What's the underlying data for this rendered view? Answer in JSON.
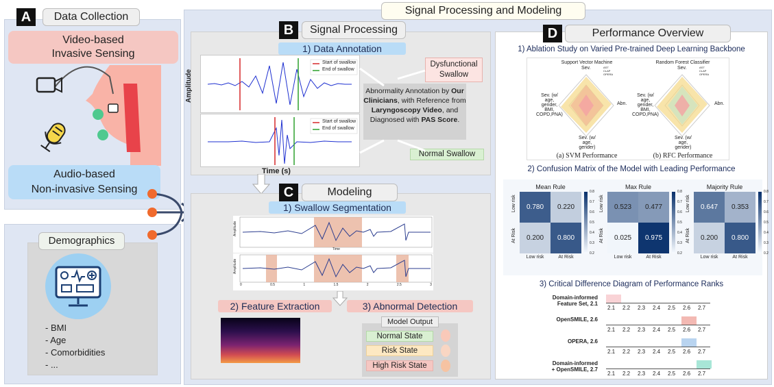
{
  "panel_a": {
    "letter": "A",
    "title": "Data Collection",
    "video_label": "Video-based\nInvasive Sensing",
    "audio_label": "Audio-based\nNon-invasive Sensing",
    "demographics_title": "Demographics",
    "demographics_items": [
      "-  BMI",
      "-  Age",
      "-  Comorbidities",
      "-  ..."
    ]
  },
  "main_title": "Signal Processing and Modeling",
  "panel_b": {
    "letter": "B",
    "title": "Signal Processing",
    "step1": "1) Data Annotation",
    "amplitude": "Amplitude",
    "time": "Time (s)",
    "legend_start": "Start of swallow",
    "legend_end": "End of swallow",
    "annotation_parts": [
      "Abnormality Annotation by ",
      "Our Clinicians",
      ", with Reference from ",
      "Laryngoscopy Video",
      ", and Diagnosed with ",
      "PAS Score",
      "."
    ],
    "dysfunctional": "Dysfunctional\nSwallow",
    "normal": "Normal Swallow"
  },
  "panel_c": {
    "letter": "C",
    "title": "Modeling",
    "step1": "1) Swallow Segmentation",
    "step2": "2) Feature Extraction",
    "step3": "3) Abnormal Detection",
    "model_output": "Model Output",
    "states": [
      "Normal State",
      "Risk State",
      "High Risk State"
    ],
    "seg_ylabel": "Amplitude",
    "seg_xlabel": "Time",
    "seg_ticks": [
      "0",
      "0.5",
      "1",
      "1.5",
      "2",
      "2.5",
      "3"
    ]
  },
  "panel_d": {
    "letter": "D",
    "title": "Performance Overview",
    "sub1": "1) Ablation Study on Varied Pre-trained Deep Learning Backbone",
    "sub2": "2) Confusion Matrix of the Model with Leading Performance",
    "sub3": "3) Critical Difference Diagram of Performance Ranks",
    "radar": [
      {
        "title": "Support Vector Machine",
        "caption": "(a) SVM Performance"
      },
      {
        "title": "Random Forest Classifier",
        "caption": "(b) RFC Performance"
      }
    ],
    "radar_axes": {
      "top": "Sev.",
      "right": "Abn.",
      "bottom": "Sev. (w/\nage,\ngender)",
      "left": "Sev. (w/\nage,\ngender,\nBMI,\nCOPD,PNA)"
    },
    "radar_legend": [
      "AST",
      "CLAP",
      "OPERA"
    ],
    "cm": [
      {
        "title": "Mean Rule",
        "values": [
          "0.780",
          "0.220",
          "0.200",
          "0.800"
        ]
      },
      {
        "title": "Max Rule",
        "values": [
          "0.523",
          "0.477",
          "0.025",
          "0.975"
        ]
      },
      {
        "title": "Majority Rule",
        "values": [
          "0.647",
          "0.353",
          "0.200",
          "0.800"
        ]
      }
    ],
    "cm_row_labels": [
      "Low risk",
      "At Risk"
    ],
    "cm_col_labels": [
      "Low risk",
      "At Risk"
    ],
    "cm_scale_ticks": [
      "0.8",
      "0.7",
      "0.6",
      "0.5",
      "0.4",
      "0.3",
      "0.2"
    ],
    "cd_rows": [
      {
        "label": "Domain-informed\nFeature Set, 2.1"
      },
      {
        "label": "OpenSMILE, 2.6"
      },
      {
        "label": "OPERA, 2.6"
      },
      {
        "label": "Domain-informed\n+ OpenSMILE, 2.7"
      }
    ],
    "cd_ticks": [
      "2.1",
      "2.2",
      "2.3",
      "2.4",
      "2.5",
      "2.6",
      "2.7"
    ]
  },
  "colors": {
    "panel_blue": "#dfe6f3",
    "pink": "#f5c7c2",
    "blue_label": "#b9dcf7",
    "navy": "#0c2d6b",
    "signal": "#1d2fd0"
  },
  "chart_data": [
    {
      "type": "heatmap",
      "title": "Mean Rule",
      "rows": [
        "Low risk",
        "At Risk"
      ],
      "cols": [
        "Low risk",
        "At Risk"
      ],
      "values": [
        [
          0.78,
          0.22
        ],
        [
          0.2,
          0.8
        ]
      ]
    },
    {
      "type": "heatmap",
      "title": "Max Rule",
      "rows": [
        "Low risk",
        "At Risk"
      ],
      "cols": [
        "Low risk",
        "At Risk"
      ],
      "values": [
        [
          0.523,
          0.477
        ],
        [
          0.025,
          0.975
        ]
      ]
    },
    {
      "type": "heatmap",
      "title": "Majority Rule",
      "rows": [
        "Low risk",
        "At Risk"
      ],
      "cols": [
        "Low risk",
        "At Risk"
      ],
      "values": [
        [
          0.647,
          0.353
        ],
        [
          0.2,
          0.8
        ]
      ]
    }
  ]
}
